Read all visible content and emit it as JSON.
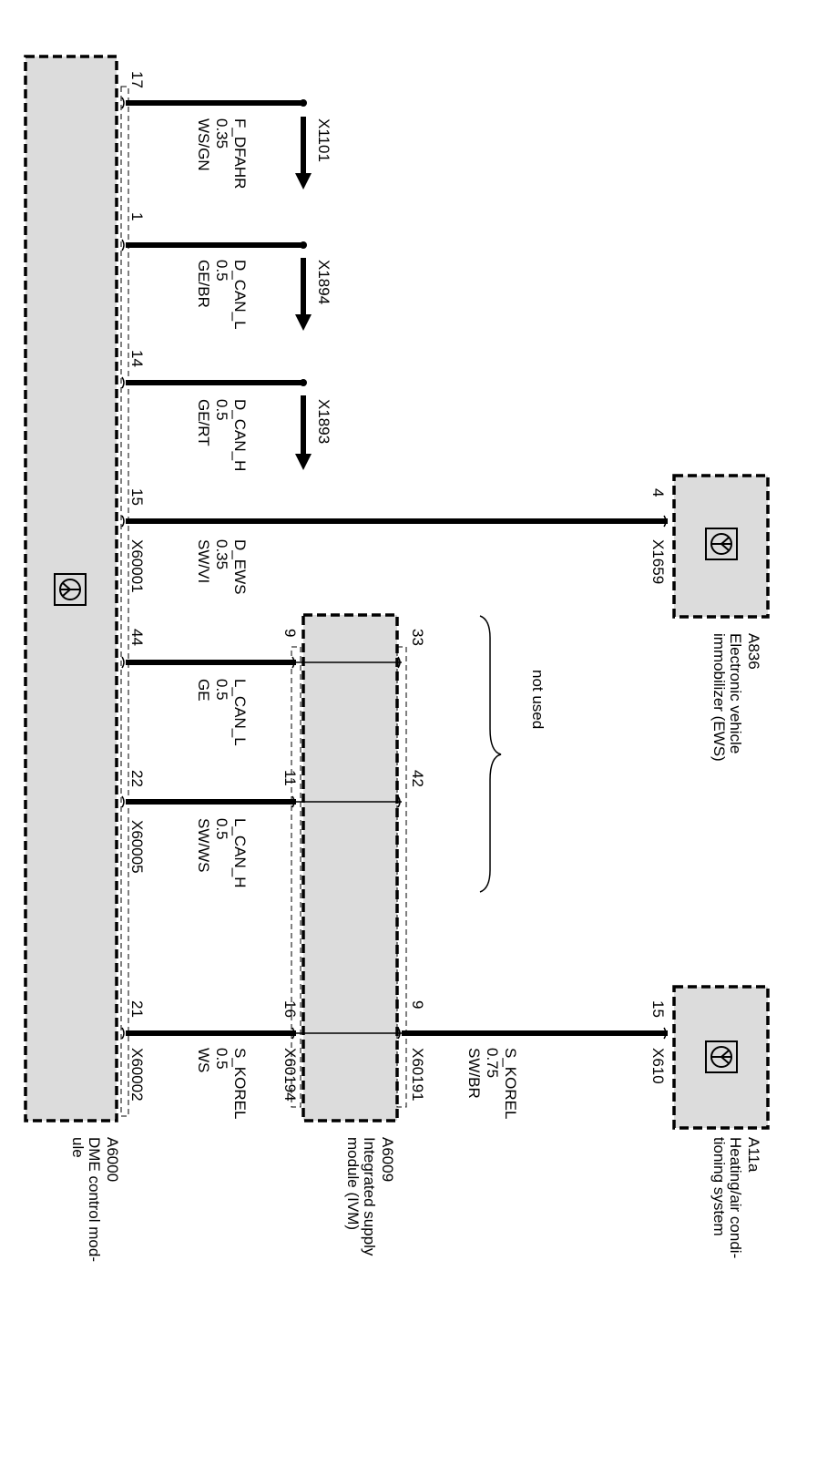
{
  "components": {
    "dme": {
      "id": "A6000",
      "name_line1": "DME control mod-",
      "name_line2": "ule"
    },
    "ivm": {
      "id": "A6009",
      "name_line1": "Integrated supply",
      "name_line2": "module (IVM)"
    },
    "ews": {
      "id": "A836",
      "name_line1": "Electronic vehicle",
      "name_line2": "immobilizer (EWS)"
    },
    "hac": {
      "id": "A11a",
      "name_line1": "Heating/air condi-",
      "name_line2": "tioning system"
    }
  },
  "pins": {
    "dme_17": "17",
    "dme_1": "1",
    "dme_14": "14",
    "dme_15": "15",
    "dme_44": "44",
    "dme_22": "22",
    "dme_21": "21",
    "ivm_9": "9",
    "ivm_11": "11",
    "ivm_16": "16",
    "ivm_33": "33",
    "ivm_42": "42",
    "ivm_9b": "9",
    "ews_4": "4",
    "hac_15": "15"
  },
  "connectors": {
    "x1101": "X1101",
    "x1894": "X1894",
    "x1893": "X1893",
    "x60001": "X60001",
    "x60005": "X60005",
    "x60002": "X60002",
    "x60194": "X60194",
    "x60191": "X60191",
    "x1659": "X1659",
    "x610": "X610"
  },
  "wires": [
    {
      "signal": "F_DFAHR",
      "size": "0.35",
      "color": "WS/GN"
    },
    {
      "signal": "D_CAN_L",
      "size": "0.5",
      "color": "GE/BR"
    },
    {
      "signal": "D_CAN_H",
      "size": "0.5",
      "color": "GE/RT"
    },
    {
      "signal": "D_EWS",
      "size": "0.35",
      "color": "SW/VI"
    },
    {
      "signal": "L_CAN_L",
      "size": "0.5",
      "color": "GE"
    },
    {
      "signal": "L_CAN_H",
      "size": "0.5",
      "color": "SW/WS"
    },
    {
      "signal": "S_KOREL",
      "size": "0.5",
      "color": "WS"
    },
    {
      "signal": "S_KOREL",
      "size": "0.75",
      "color": "SW/BR"
    }
  ],
  "annotation": "not used",
  "icons": {
    "ground_symbol": "ground-symbol-icon",
    "arrow": "arrow-down-icon"
  }
}
